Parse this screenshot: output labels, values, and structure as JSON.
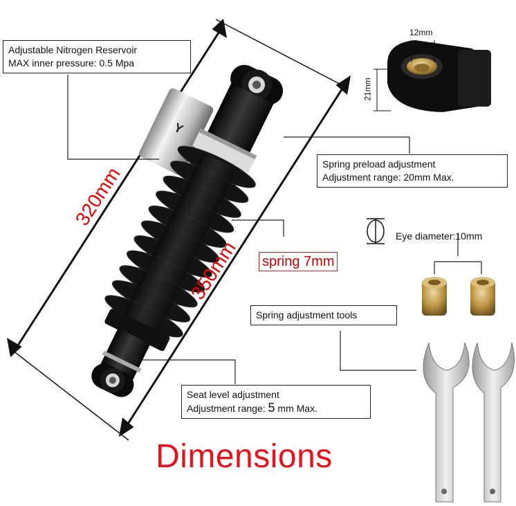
{
  "labels": {
    "reservoir_line1": "Adjustable Nitrogen Reservoir",
    "reservoir_line2": "MAX inner pressure: 0.5 Mpa",
    "preload_line1": "Spring preload adjustment",
    "preload_line2": "Adjustment range: 20mm Max.",
    "spring": "spring 7mm",
    "eye": "Eye diameter:10mm",
    "tools": "Spring adjustment tools",
    "seat_line1": "Seat level adjustment",
    "seat_line2_prefix": "Adjustment range: ",
    "seat_line2_value": "5",
    "seat_line2_suffix": " mm Max.",
    "dim_320": "320mm",
    "dim_350": "350mm",
    "dim_12": "12mm",
    "dim_21": "21mm",
    "title": "Dimensions"
  },
  "colors": {
    "accent_red": "#e8101a",
    "spring_black": "#161616",
    "reservoir_silver": "#c9c9c9",
    "bushing_bronze": "#b8913f"
  }
}
